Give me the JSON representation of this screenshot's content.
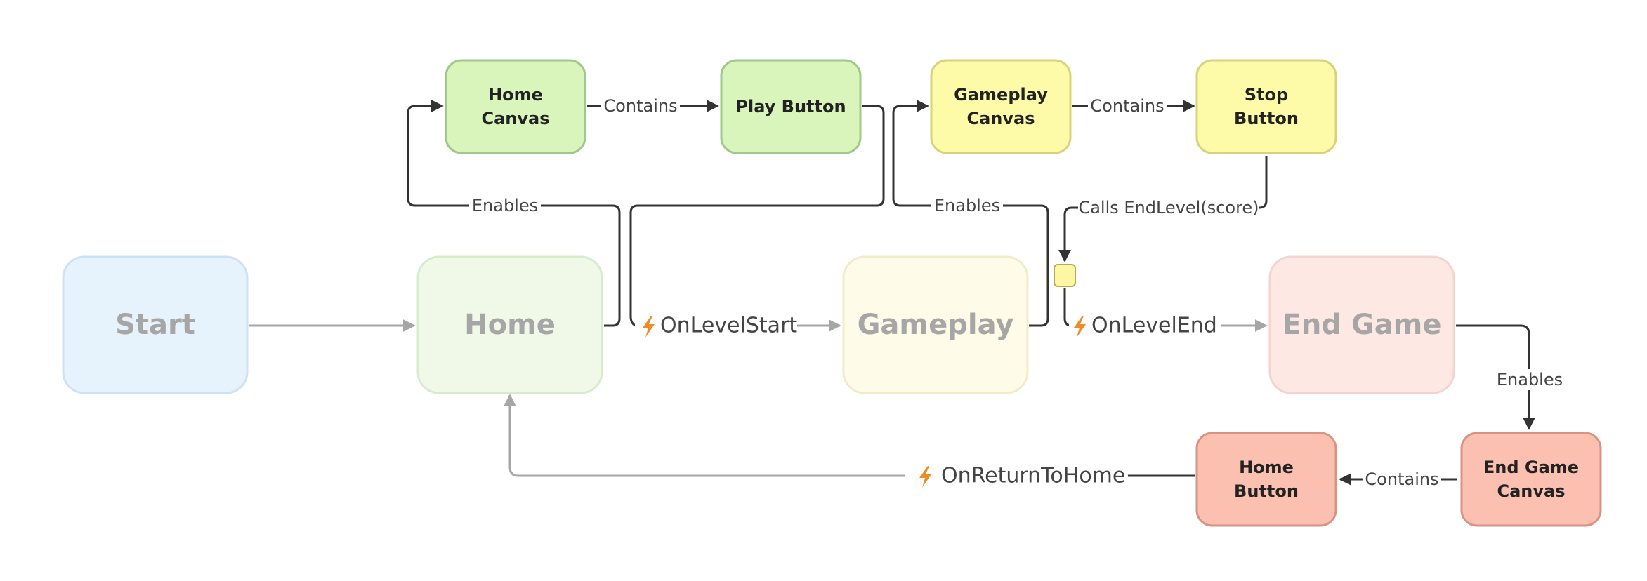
{
  "states": {
    "start": "Start",
    "home": "Home",
    "gameplay": "Gameplay",
    "end_game": "End Game"
  },
  "objects": {
    "home_canvas": [
      "Home",
      "Canvas"
    ],
    "play_button": [
      "Play Button"
    ],
    "gameplay_canvas": [
      "Gameplay",
      "Canvas"
    ],
    "stop_button": [
      "Stop",
      "Button"
    ],
    "end_game_canvas": [
      "End Game",
      "Canvas"
    ],
    "home_button": [
      "Home",
      "Button"
    ]
  },
  "edges": {
    "enables": "Enables",
    "contains": "Contains",
    "calls_end_level": "Calls EndLevel(score)"
  },
  "events": {
    "on_level_start": "OnLevelStart",
    "on_level_end": "OnLevelEnd",
    "on_return_to_home": "OnReturnToHome"
  },
  "colors": {
    "start_fill": "#e6f2fc",
    "start_stroke": "#cfe2f3",
    "home_fill": "#f0f9e8",
    "home_stroke": "#d8ebcd",
    "gameplay_fill": "#fefce8",
    "gameplay_stroke": "#f0ecc8",
    "endgame_fill": "#fde8e4",
    "endgame_stroke": "#f3d4ce",
    "green_fill": "#d9f5bc",
    "green_stroke": "#9ec98a",
    "yellow_fill": "#fdfaa8",
    "yellow_stroke": "#d8d37a",
    "salmon_fill": "#fcc0b0",
    "salmon_stroke": "#d89384",
    "bolt": "#f08a24",
    "connector_fill": "#fdf7a4",
    "connector_stroke": "#b3ab5a"
  }
}
